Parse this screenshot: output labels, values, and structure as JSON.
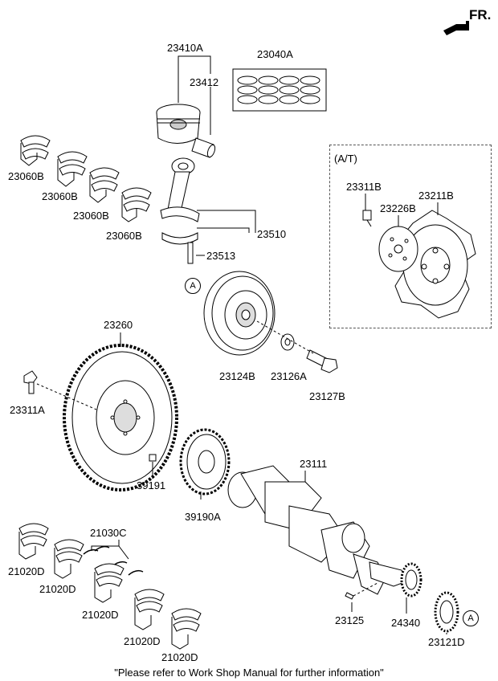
{
  "header": {
    "direction_label": "FR."
  },
  "at_box": {
    "label": "(A/T)"
  },
  "callouts": {
    "a1": "A",
    "a2": "A"
  },
  "parts": {
    "p23410A": "23410A",
    "p23412": "23412",
    "p23040A": "23040A",
    "p23060B_1": "23060B",
    "p23060B_2": "23060B",
    "p23060B_3": "23060B",
    "p23060B_4": "23060B",
    "p23510": "23510",
    "p23513": "23513",
    "p23311B": "23311B",
    "p23226B": "23226B",
    "p23211B": "23211B",
    "p23260": "23260",
    "p23311A": "23311A",
    "p23124B": "23124B",
    "p23126A": "23126A",
    "p23127B": "23127B",
    "p39191": "39191",
    "p39190A": "39190A",
    "p23111": "23111",
    "p21030C": "21030C",
    "p21020D_1": "21020D",
    "p21020D_2": "21020D",
    "p21020D_3": "21020D",
    "p21020D_4": "21020D",
    "p21020D_5": "21020D",
    "p23125": "23125",
    "p24340": "24340",
    "p23121D": "23121D"
  },
  "footer": {
    "note": "\"Please refer to Work Shop Manual for further information\""
  }
}
